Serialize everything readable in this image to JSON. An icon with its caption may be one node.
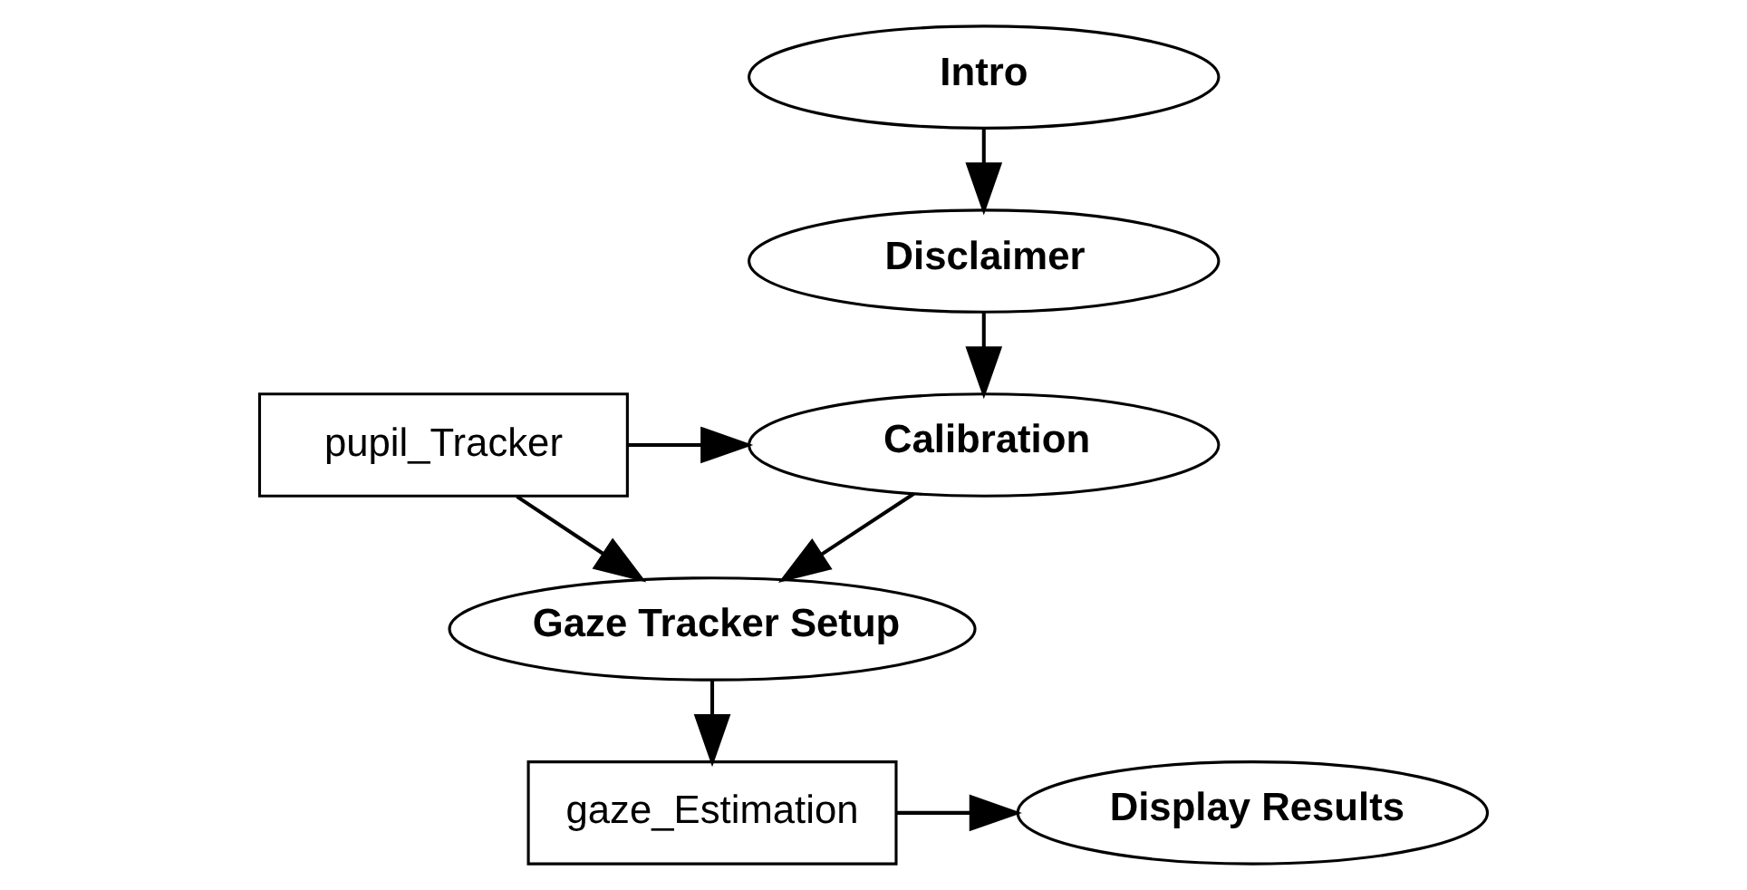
{
  "diagram": {
    "nodes": [
      {
        "text": [
          "Intro"
        ]
      },
      {
        "text": [
          "Disclaimer"
        ]
      },
      {
        "text": [
          "Calibration"
        ]
      },
      {
        "text": [
          "Gaze Tracker Setup"
        ]
      },
      {
        "text": [
          "Display Results"
        ]
      },
      {
        "text": [
          "pupil_Tracker"
        ]
      },
      {
        "text": [
          "gaze_Estimation"
        ]
      }
    ],
    "edges": [
      {
        "from": 0,
        "to": 1,
        "arrow": "to"
      },
      {
        "from": 1,
        "to": 2,
        "arrow": "to"
      },
      {
        "from": 5,
        "to": 2,
        "arrow": "to"
      },
      {
        "from": 2,
        "to": 3,
        "arrow": "to"
      },
      {
        "from": 5,
        "to": 3,
        "arrow": "to"
      },
      {
        "from": 3,
        "to": 6,
        "arrow": "to"
      },
      {
        "from": 6,
        "to": 4,
        "arrow": "to"
      }
    ]
  }
}
